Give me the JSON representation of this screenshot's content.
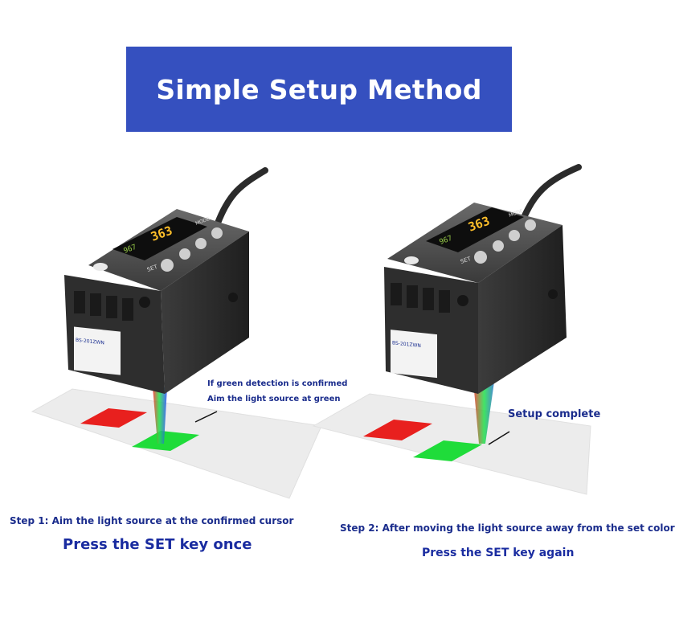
{
  "header": {
    "title": "Simple Setup Method"
  },
  "panels": [
    {
      "note_line1": "If green detection is confirmed",
      "note_line2": "Aim the light source at green",
      "step_label": "Step 1: Aim the light source at the confirmed cursor",
      "press_label": "Press the SET key once"
    },
    {
      "status_label": "Setup complete",
      "step_label": "Step 2: After moving the light source away from the set color",
      "press_label": "Press the SET key again"
    }
  ],
  "device": {
    "display_main": "363",
    "display_sub": "967",
    "key_set": "SET",
    "key_mode": "MODE",
    "model": "BS-201ZWN"
  },
  "colors": {
    "banner": "#3550bf",
    "text": "#1a2c8c",
    "red_strip": "#e8201e",
    "green_strip": "#1fdc3a",
    "sheet": "#ededed"
  }
}
